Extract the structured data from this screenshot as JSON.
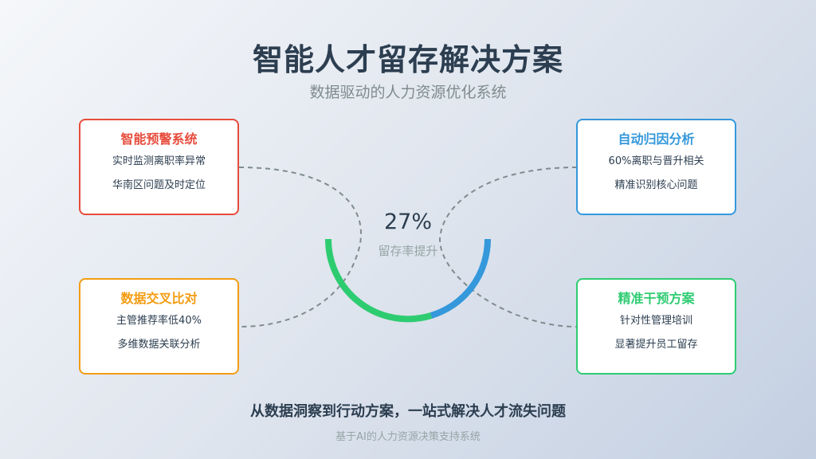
{
  "header": {
    "title": "智能人才留存解决方案",
    "subtitle": "数据驱动的人力资源优化系统"
  },
  "cards": [
    {
      "position": "top-left",
      "title": "智能预警系统",
      "lines": [
        "实时监测离职率异常",
        "华南区问题及时定位"
      ],
      "color": "#e74c3c"
    },
    {
      "position": "top-right",
      "title": "自动归因分析",
      "lines": [
        "60%离职与晋升相关",
        "精准识别核心问题"
      ],
      "color": "#3498db"
    },
    {
      "position": "bottom-left",
      "title": "数据交叉比对",
      "lines": [
        "主管推荐率低40%",
        "多维数据关联分析"
      ],
      "color": "#f39c12"
    },
    {
      "position": "bottom-right",
      "title": "精准干预方案",
      "lines": [
        "针对性管理培训",
        "显著提升员工留存"
      ],
      "color": "#2ecc71"
    }
  ],
  "center": {
    "value": "27%",
    "label": "留存率提升",
    "gauge_colors": [
      "#2ecc71",
      "#3498db"
    ]
  },
  "footer": {
    "tagline": "从数据洞察到行动方案，一站式解决人才流失问题",
    "note": "基于AI的人力资源决策支持系统"
  }
}
